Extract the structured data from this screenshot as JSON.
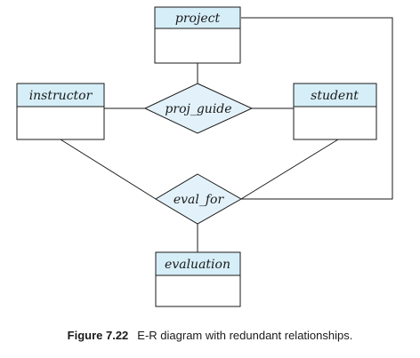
{
  "diagram": {
    "entities": {
      "project": "project",
      "instructor": "instructor",
      "student": "student",
      "evaluation": "evaluation"
    },
    "relationships": {
      "proj_guide": "proj_guide",
      "eval_for": "eval_for"
    },
    "colors": {
      "header_fill": "#d6eef8",
      "relationship_fill": "#e3f2fa",
      "stroke": "#1a1a1a"
    }
  },
  "caption": {
    "label": "Figure 7.22",
    "text": "E-R diagram with redundant relationships."
  }
}
